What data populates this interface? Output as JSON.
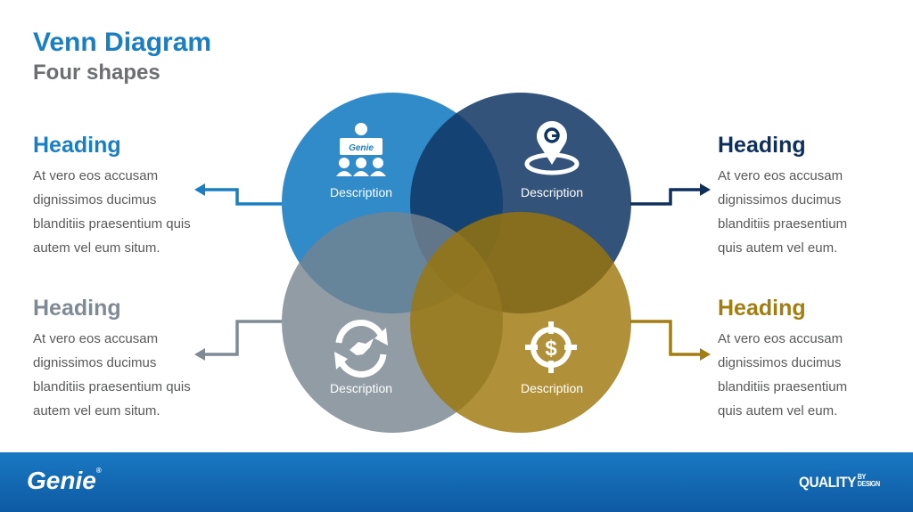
{
  "title": "Venn Diagram",
  "subtitle": "Four shapes",
  "blocks": {
    "tl": {
      "heading": "Heading",
      "lines": [
        "At vero eos accusam",
        "dignissimos ducimus",
        "blanditiis praesentium quis",
        "autem vel eum situm."
      ]
    },
    "tr": {
      "heading": "Heading",
      "lines": [
        "At vero eos accusam",
        "dignissimos ducimus",
        "blanditiis praesentium",
        "quis autem vel eum."
      ]
    },
    "bl": {
      "heading": "Heading",
      "lines": [
        "At vero eos accusam",
        "dignissimos ducimus",
        "blanditiis praesentium quis",
        "autem vel eum situm."
      ]
    },
    "br": {
      "heading": "Heading",
      "lines": [
        "At vero eos accusam",
        "dignissimos ducimus",
        "blanditiis praesentium",
        "quis autem vel eum."
      ]
    }
  },
  "circles": {
    "tl": {
      "label": "Description",
      "icon": "presenter-audience-icon",
      "icon_text": "Genie"
    },
    "tr": {
      "label": "Description",
      "icon": "location-pin-icon"
    },
    "bl": {
      "label": "Description",
      "icon": "handshake-cycle-icon"
    },
    "br": {
      "label": "Description",
      "icon": "dollar-target-icon"
    }
  },
  "colors": {
    "blue": "#1a7ec2",
    "navy": "#0f2f5b",
    "gray": "#7f8b94",
    "gold": "#a27d12",
    "text": "#58595b",
    "subtitle": "#6d6e71",
    "footer": "#1570bb"
  },
  "footer": {
    "logo": "Genie",
    "reg": "®",
    "quality": "QUALITY",
    "by": "BY",
    "design": "DESIGN"
  }
}
